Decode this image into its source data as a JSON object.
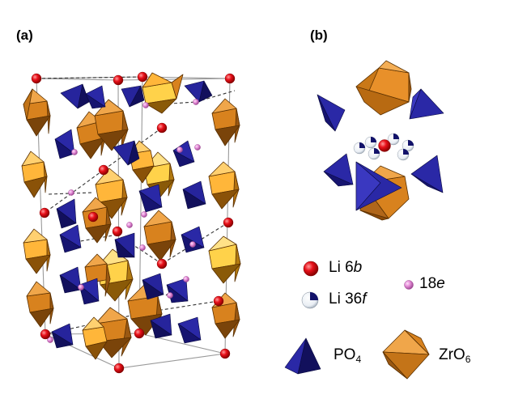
{
  "panels": {
    "a": "(a)",
    "b": "(b)"
  },
  "legend": {
    "li6b": {
      "text": "Li 6",
      "site": "b"
    },
    "li36f": {
      "text": "Li 36",
      "site": "f"
    },
    "e18": {
      "text": "18",
      "site": "e"
    },
    "po4": {
      "text": "PO",
      "sub": "4"
    },
    "zro6": {
      "text": "ZrO",
      "sub": "6"
    }
  },
  "colors": {
    "li6b": "#e8101a",
    "li36f": "#e9eef4",
    "e18": "#e38ad6",
    "po4": "#1b1a8a",
    "zro6": "#d8821e"
  }
}
